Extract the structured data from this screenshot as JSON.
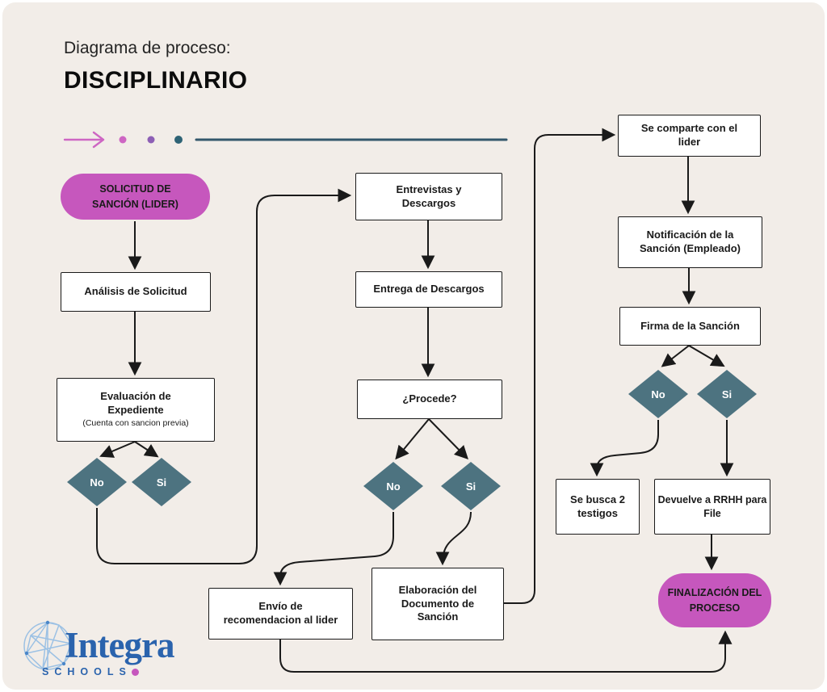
{
  "header": {
    "kicker": "Diagrama de proceso:",
    "title": "DISCIPLINARIO"
  },
  "nodes": {
    "solicitud": {
      "label": "SOLICITUD DE SANCIÓN (LIDER)"
    },
    "analisis": {
      "label": "Análisis de Solicitud"
    },
    "evaluacion": {
      "label": "Evaluación de Expediente",
      "note": "(Cuenta con sancion previa)"
    },
    "d1_no": {
      "label": "No"
    },
    "d1_si": {
      "label": "Si"
    },
    "entrevistas": {
      "label": "Entrevistas y Descargos"
    },
    "entrega": {
      "label": "Entrega de Descargos"
    },
    "procede": {
      "label": "¿Procede?"
    },
    "d2_no": {
      "label": "No"
    },
    "d2_si": {
      "label": "Si"
    },
    "envio": {
      "label": "Envío de recomendacion al lider"
    },
    "elaboracion": {
      "label": "Elaboración del Documento de Sanción"
    },
    "comparte": {
      "label": "Se comparte con el lider"
    },
    "notificacion": {
      "label": "Notificación de la Sanción (Empleado)"
    },
    "firma": {
      "label": "Firma de la Sanción"
    },
    "d3_no": {
      "label": "No"
    },
    "d3_si": {
      "label": "Si"
    },
    "testigos": {
      "label": "Se busca 2 testigos"
    },
    "devuelve": {
      "label": "Devuelve a RRHH para File"
    },
    "finalizacion": {
      "label": "FINALIZACIÓN DEL PROCESO"
    }
  },
  "logo": {
    "brand": "Integra",
    "tagline": "SCHOOLS"
  },
  "colors": {
    "bg": "#f2ede8",
    "ink": "#1a1a1a",
    "node-pink": "#c657bd",
    "diamond-teal": "#4d7380",
    "flourish-pink": "#ce66c3",
    "flourish-purple": "#8d5fb5",
    "flourish-teal": "#2e6375",
    "flourish-line": "#33576b",
    "logo-blue": "#2a63ad",
    "logo-light": "#9cc1e4"
  }
}
